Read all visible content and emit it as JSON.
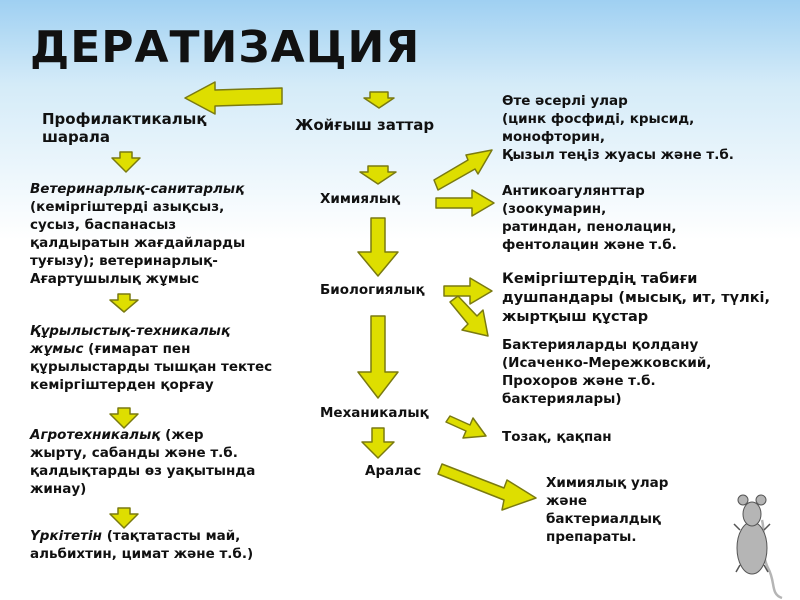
{
  "title": "ДЕРАТИЗАЦИЯ",
  "prevention": {
    "header": [
      "Профилактикалық",
      "шарала"
    ],
    "vet": {
      "lead": "Ветеринарлық-санитарлық",
      "rest": [
        "(кеміргіштерді азықсыз,",
        "сусыз, баспанасыз",
        "қалдыратын жағдайларды",
        "туғызу); ветеринарлық-",
        "Ағартушылық жұмыс"
      ]
    },
    "construction": {
      "lead1": "Құрылыстық-техникалық",
      "lead2": "жұмыс",
      "rest1": " (ғимарат пен",
      "rest": [
        "құрылыстарды тышқан тектес",
        "кеміргіштерден қорғау"
      ]
    },
    "agro": {
      "lead": "Агротехникалық",
      "rest1": " (жер",
      "rest": [
        "жырту, сабанды және т.б.",
        "қалдықтарды өз уақытында",
        "жинау)"
      ]
    },
    "repellent": {
      "lead": "Үркітетін",
      "rest1": " (тақтатасты май,",
      "rest": [
        "альбихтин, цимат және т.б.)"
      ]
    }
  },
  "extermination": {
    "header": "Жойғыш заттар",
    "chemical": "Химиялық",
    "biological": "Биологиялық",
    "mechanical": "Механикалық",
    "mixed": "Аралас"
  },
  "results": {
    "strong": [
      "Өте әсерлі улар",
      "(цинк фосфиді, крысид,",
      "монофторин,",
      "Қызыл теңіз жуасы және т.б."
    ],
    "anticoag": [
      "Антикоагулянттар",
      "(зоокумарин,",
      "ратиндан, пенолацин,",
      "фентолацин және т.б."
    ],
    "enemies": [
      "Кеміргіштердің табиғи",
      "душпандары (мысық, ит, түлкі,",
      "жыртқыш құстар"
    ],
    "bacteria": [
      "Бактерияларды қолдану",
      "(Исаченко-Мережковский,",
      "Прохоров және т.б.",
      "бактериялары)"
    ],
    "traps": "Тозақ, қақпан",
    "mixed": [
      "Химиялық улар",
      "және",
      "бактериалдық",
      "препараты."
    ]
  },
  "icons": {
    "mouse": "mouse-icon"
  },
  "colors": {
    "arrow_fill": "#dede00",
    "arrow_stroke": "#7a7a10",
    "mouse": "#b5b5b5"
  }
}
